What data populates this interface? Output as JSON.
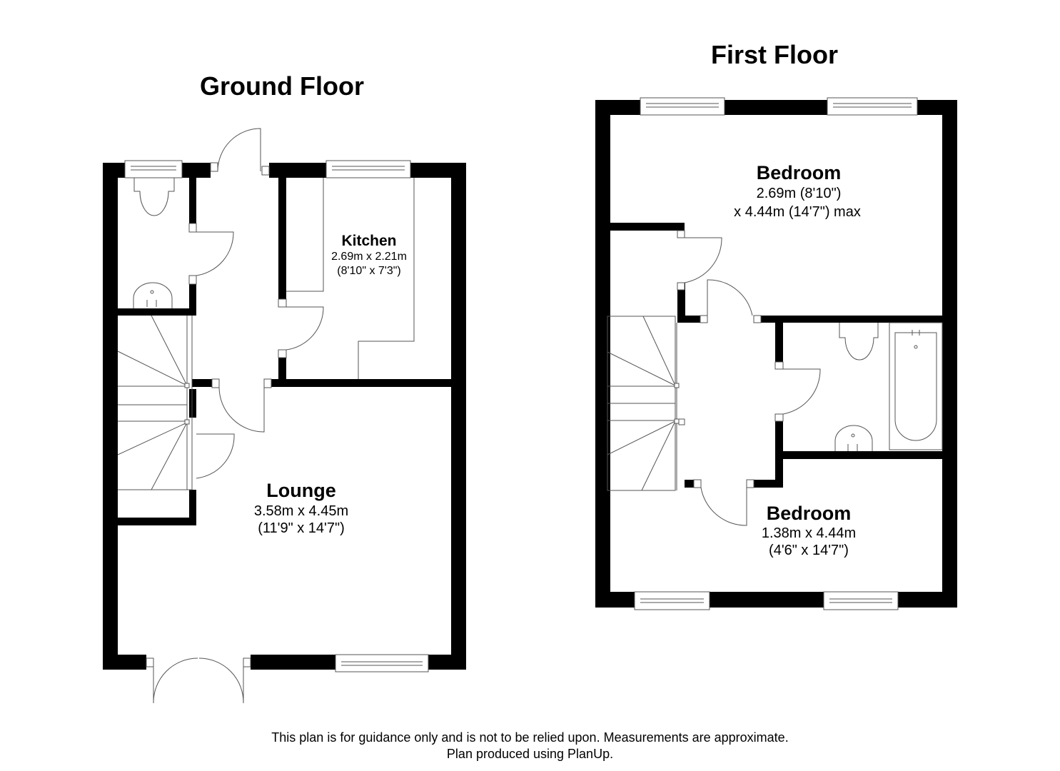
{
  "ground_floor": {
    "title": "Ground Floor",
    "rooms": [
      {
        "name": "Kitchen",
        "dim_metric": "2.69m x 2.21m",
        "dim_imperial": "(8'10\" x 7'3\")"
      },
      {
        "name": "Lounge",
        "dim_metric": "3.58m x 4.45m",
        "dim_imperial": "(11'9\" x 14'7\")"
      }
    ]
  },
  "first_floor": {
    "title": "First Floor",
    "rooms": [
      {
        "name": "Bedroom",
        "dim_metric": "2.69m (8'10\")",
        "dim_imperial": "x 4.44m (14'7\") max"
      },
      {
        "name": "Bedroom",
        "dim_metric": "1.38m x 4.44m",
        "dim_imperial": "(4'6\" x 14'7\")"
      }
    ]
  },
  "footer": {
    "disclaimer": "This plan is for guidance only and is not to be relied upon. Measurements are approximate.",
    "credit": "Plan produced using PlanUp."
  }
}
